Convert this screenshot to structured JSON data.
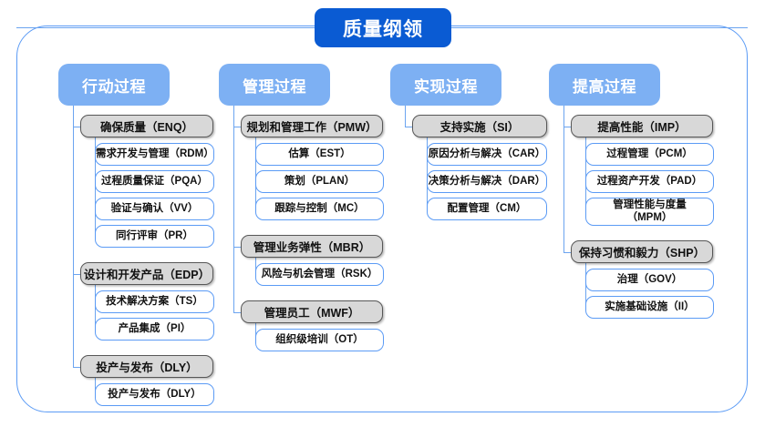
{
  "title": "质量纲领",
  "colors": {
    "title_bg": "#0a5bd3",
    "header_bg": "#7db0f3",
    "group_bg": "#d8d8d8",
    "group_border": "#575757",
    "leaf_border": "#5b9bf5",
    "frame_border": "#5b9bf5",
    "connector": "#6ba4f0"
  },
  "columns": [
    {
      "header": "行动过程",
      "groups": [
        {
          "label": "确保质量（ENQ）",
          "children": [
            "需求开发与管理（RDM）",
            "过程质量保证（PQA）",
            "验证与确认（VV）",
            "同行评审（PR）"
          ]
        },
        {
          "label": "设计和开发产品（EDP）",
          "children": [
            "技术解决方案（TS）",
            "产品集成（PI）"
          ]
        },
        {
          "label": "投产与发布（DLY）",
          "children": [
            "投产与发布（DLY）"
          ]
        }
      ]
    },
    {
      "header": "管理过程",
      "groups": [
        {
          "label": "规划和管理工作（PMW）",
          "children": [
            "估算（EST）",
            "策划（PLAN）",
            "跟踪与控制（MC）"
          ]
        },
        {
          "label": "管理业务弹性（MBR）",
          "children": [
            "风险与机会管理（RSK）"
          ]
        },
        {
          "label": "管理员工（MWF）",
          "children": [
            "组织级培训（OT）"
          ]
        }
      ]
    },
    {
      "header": "实现过程",
      "groups": [
        {
          "label": "支持实施（SI）",
          "children": [
            "原因分析与解决（CAR）",
            "决策分析与解决（DAR）",
            "配置管理（CM）"
          ]
        }
      ]
    },
    {
      "header": "提高过程",
      "groups": [
        {
          "label": "提高性能（IMP）",
          "children": [
            "过程管理（PCM）",
            "过程资产开发（PAD）",
            "管理性能与度量\n（MPM）"
          ]
        },
        {
          "label": "保持习惯和毅力（SHP）",
          "children": [
            "治理（GOV）",
            "实施基础设施（II）"
          ]
        }
      ]
    }
  ]
}
